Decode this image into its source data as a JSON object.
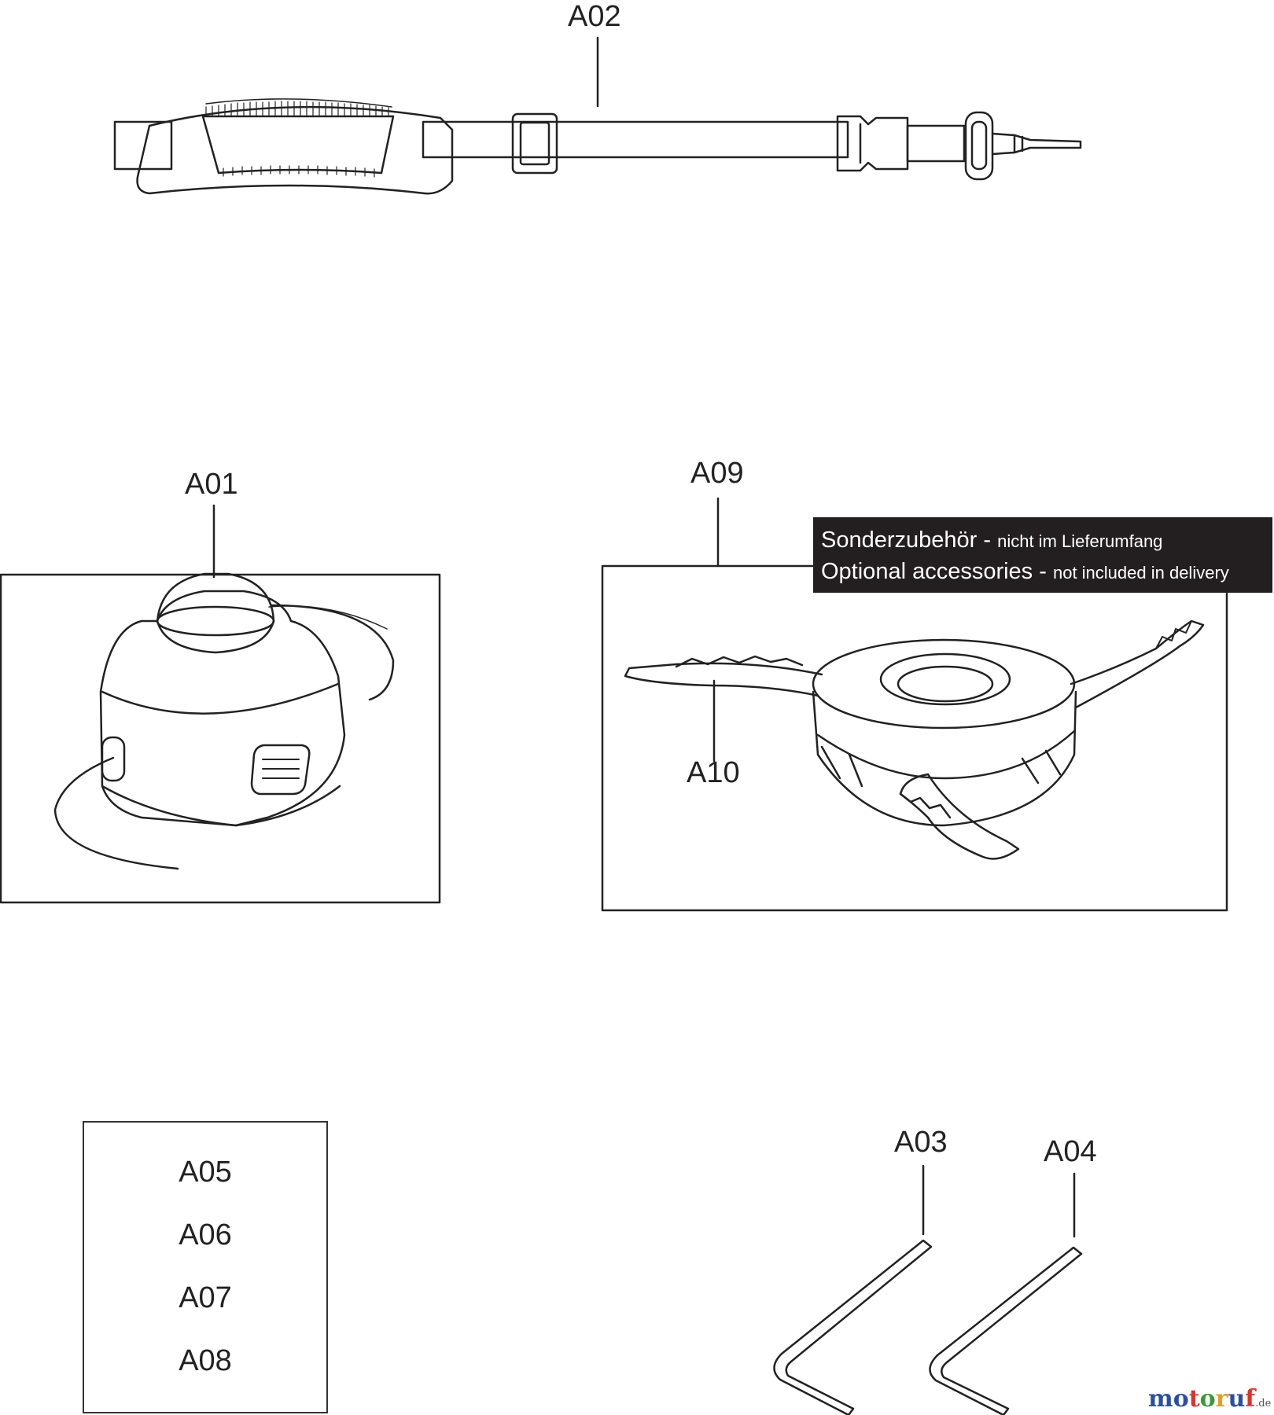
{
  "callouts": {
    "a01": "A01",
    "a02": "A02",
    "a03": "A03",
    "a04": "A04",
    "a09": "A09",
    "a10": "A10"
  },
  "kit_list": [
    "A05",
    "A06",
    "A07",
    "A08"
  ],
  "optional_note": {
    "de_main": "Sonderzubehör -",
    "de_sub": "nicht im Lieferumfang",
    "en_main": "Optional accessories -",
    "en_sub": "not included in delivery"
  },
  "watermark": {
    "brand": "motoruf",
    "tld": ".de",
    "colors": [
      "#2a4fa8",
      "#2a4fa8",
      "#d8342b",
      "#3a9a3a",
      "#e0a020",
      "#2a4fa8",
      "#d8342b"
    ]
  },
  "colors": {
    "line": "#222222",
    "note_background": "#231f20",
    "background": "#ffffff"
  }
}
